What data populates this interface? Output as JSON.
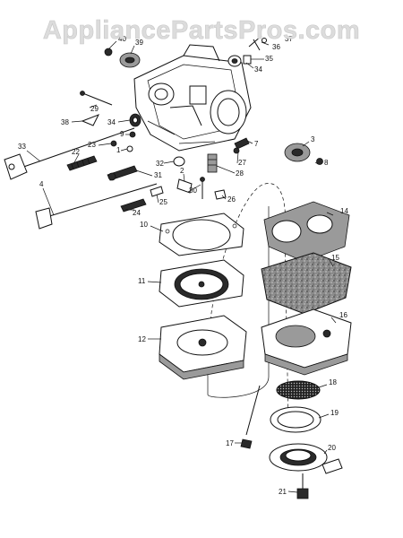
{
  "watermark": "AppliancePartsPros.com",
  "labels": [
    {
      "id": "l40",
      "text": "40"
    },
    {
      "id": "l39",
      "text": "39"
    },
    {
      "id": "l36",
      "text": "36"
    },
    {
      "id": "l37",
      "text": "37"
    },
    {
      "id": "l35",
      "text": "35"
    },
    {
      "id": "l34a",
      "text": "34"
    },
    {
      "id": "l29",
      "text": "29"
    },
    {
      "id": "l38",
      "text": "38"
    },
    {
      "id": "l34b",
      "text": "34"
    },
    {
      "id": "l33",
      "text": "33"
    },
    {
      "id": "l23",
      "text": "23"
    },
    {
      "id": "l22",
      "text": "22"
    },
    {
      "id": "l9",
      "text": "9"
    },
    {
      "id": "l1",
      "text": "1"
    },
    {
      "id": "l32",
      "text": "32"
    },
    {
      "id": "l31",
      "text": "31"
    },
    {
      "id": "l2",
      "text": "2"
    },
    {
      "id": "l7",
      "text": "7"
    },
    {
      "id": "l27",
      "text": "27"
    },
    {
      "id": "l28",
      "text": "28"
    },
    {
      "id": "l3",
      "text": "3"
    },
    {
      "id": "l8",
      "text": "8"
    },
    {
      "id": "l4",
      "text": "4"
    },
    {
      "id": "l30",
      "text": "30"
    },
    {
      "id": "l25",
      "text": "25"
    },
    {
      "id": "l26",
      "text": "26"
    },
    {
      "id": "l24",
      "text": "24"
    },
    {
      "id": "l10",
      "text": "10"
    },
    {
      "id": "l14",
      "text": "14"
    },
    {
      "id": "l15",
      "text": "15"
    },
    {
      "id": "l11",
      "text": "11"
    },
    {
      "id": "l16",
      "text": "16"
    },
    {
      "id": "l12",
      "text": "12"
    },
    {
      "id": "l18",
      "text": "18"
    },
    {
      "id": "l19",
      "text": "19"
    },
    {
      "id": "l17",
      "text": "17"
    },
    {
      "id": "l20",
      "text": "20"
    },
    {
      "id": "l21",
      "text": "21"
    }
  ]
}
